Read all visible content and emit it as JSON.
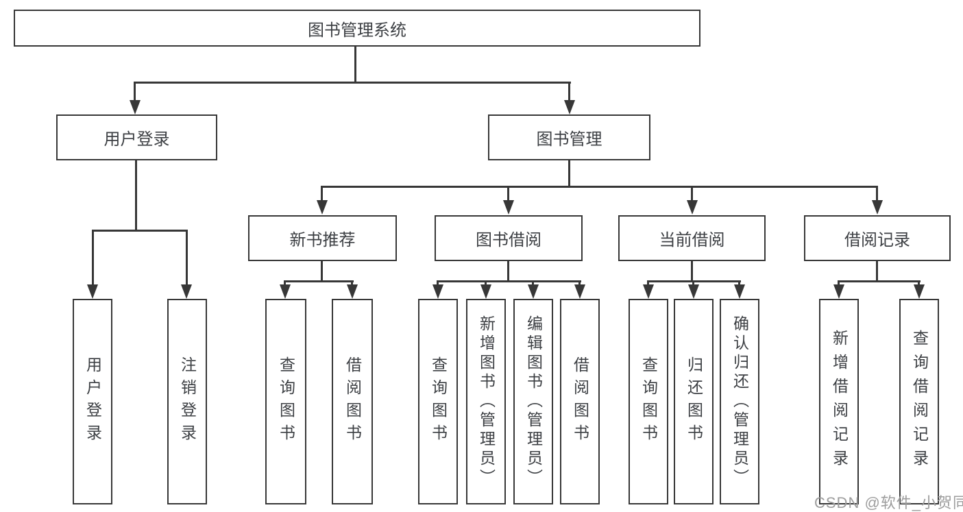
{
  "diagram": {
    "root": {
      "label": "图书管理系统"
    },
    "level2": [
      {
        "id": "user-login",
        "label": "用户登录"
      },
      {
        "id": "book-management",
        "label": "图书管理"
      }
    ],
    "level3": [
      {
        "id": "new-book-recommend",
        "label": "新书推荐"
      },
      {
        "id": "book-borrow",
        "label": "图书借阅"
      },
      {
        "id": "current-borrow",
        "label": "当前借阅"
      },
      {
        "id": "borrow-records",
        "label": "借阅记录"
      }
    ],
    "leaves": {
      "user_login": [
        "用户登录",
        "注销登录"
      ],
      "new_book": [
        "查询图书",
        "借阅图书"
      ],
      "borrow": [
        "查询图书",
        "新增图书（管理员）",
        "编辑图书（管理员）",
        "借阅图书"
      ],
      "current": [
        "查询图书",
        "归还图书",
        "确认归还（管理员）"
      ],
      "records": [
        "新增借阅记录",
        "查询借阅记录"
      ]
    }
  },
  "watermark": {
    "text": "CSDN @软件_小贺同学"
  },
  "colors": {
    "line": "#373737",
    "text": "#3c3f43",
    "watermark": "#9d9d9d",
    "background": "#ffffff"
  }
}
